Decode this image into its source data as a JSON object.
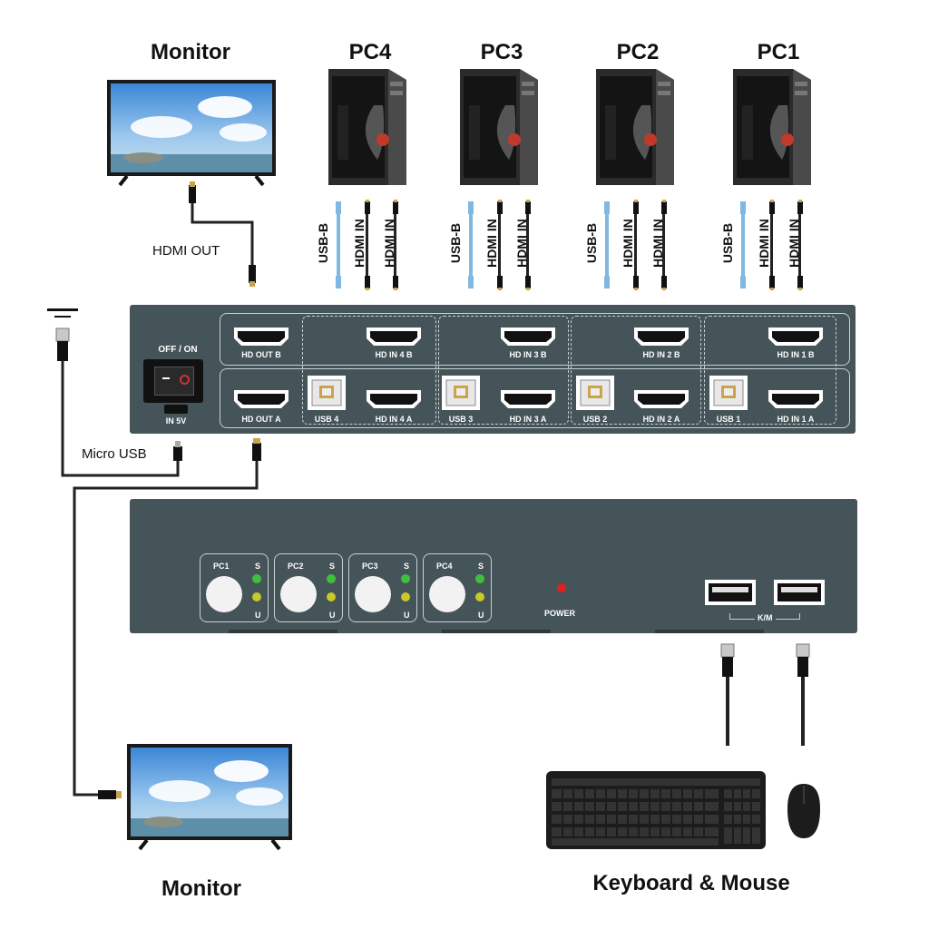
{
  "labels": {
    "monitor_top": "Monitor",
    "monitor_bottom": "Monitor",
    "pcs": [
      "PC4",
      "PC3",
      "PC2",
      "PC1"
    ],
    "hdmi_out": "HDMI OUT",
    "micro_usb": "Micro USB",
    "keyboard_mouse": "Keyboard & Mouse",
    "cable_usb_b": "USB-B",
    "cable_hdmi_in": "HDMI IN"
  },
  "rear_panel": {
    "switch_label": "OFF / ON",
    "in_5v": "IN 5V",
    "hd_out_b": "HD OUT B",
    "hd_out_a": "HD OUT A",
    "top_ports": [
      "HD IN 4 B",
      "HD IN 3 B",
      "HD IN 2 B",
      "HD IN 1 B"
    ],
    "usb_ports": [
      "USB 4",
      "USB 3",
      "USB 2",
      "USB 1"
    ],
    "bottom_hd_ports": [
      "HD IN 4 A",
      "HD IN 3 A",
      "HD IN 2 A",
      "HD IN 1 A"
    ]
  },
  "front_panel": {
    "buttons": [
      {
        "label": "PC1",
        "led_s": "S",
        "led_u": "U"
      },
      {
        "label": "PC2",
        "led_s": "S",
        "led_u": "U"
      },
      {
        "label": "PC3",
        "led_s": "S",
        "led_u": "U"
      },
      {
        "label": "PC4",
        "led_s": "S",
        "led_u": "U"
      }
    ],
    "power_label": "POWER",
    "km_label": "K/M"
  },
  "colors": {
    "panel": "#455458",
    "led_green": "#3fbf3f",
    "led_yellow": "#c9c928",
    "led_red": "#e02020",
    "usb_b_cable": "#7fb8e0",
    "cable": "#222222"
  },
  "icons": [
    "monitor-icon",
    "pc-tower-icon",
    "hdmi-port-icon",
    "usb-b-port-icon",
    "usb-a-port-icon",
    "keyboard-icon",
    "mouse-icon",
    "ground-icon",
    "usb-plug-icon",
    "hdmi-plug-icon",
    "micro-usb-plug-icon"
  ]
}
